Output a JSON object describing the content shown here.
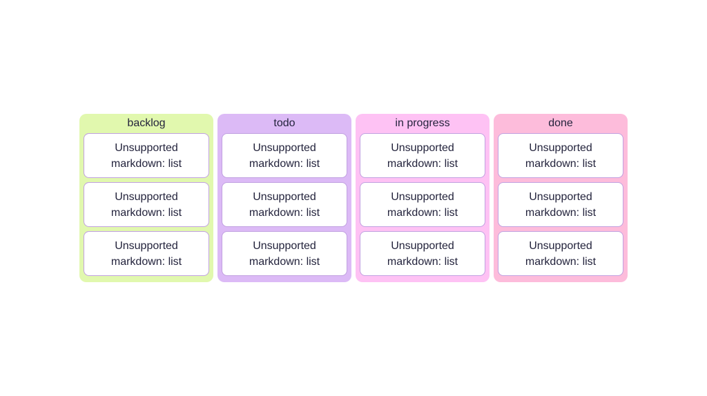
{
  "page": {
    "background": "#ffffff"
  },
  "board": {
    "text_color": "#23233c",
    "card": {
      "background": "#ffffff",
      "border_color": "#c0a0e0"
    },
    "columns": [
      {
        "id": "backlog",
        "title": "backlog",
        "background": "#e1f8ae",
        "cards": [
          "Unsupported\nmarkdown: list",
          "Unsupported\nmarkdown: list",
          "Unsupported\nmarkdown: list"
        ]
      },
      {
        "id": "todo",
        "title": "todo",
        "background": "#dcbaf6",
        "cards": [
          "Unsupported\nmarkdown: list",
          "Unsupported\nmarkdown: list",
          "Unsupported\nmarkdown: list"
        ]
      },
      {
        "id": "in-progress",
        "title": "in progress",
        "background": "#fec2f4",
        "cards": [
          "Unsupported\nmarkdown: list",
          "Unsupported\nmarkdown: list",
          "Unsupported\nmarkdown: list"
        ]
      },
      {
        "id": "done",
        "title": "done",
        "background": "#fdbcdb",
        "cards": [
          "Unsupported\nmarkdown: list",
          "Unsupported\nmarkdown: list",
          "Unsupported\nmarkdown: list"
        ]
      }
    ]
  }
}
